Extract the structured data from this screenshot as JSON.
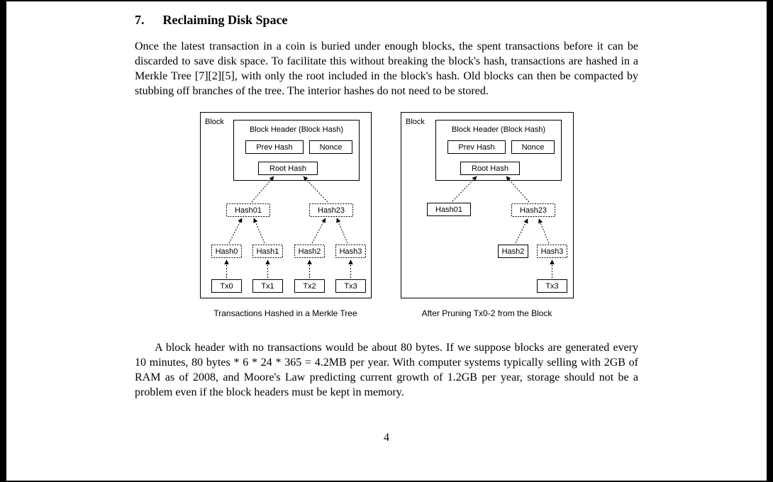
{
  "page": {
    "section_number": "7.",
    "section_title": "Reclaiming Disk Space",
    "paragraph1": "Once the latest transaction in a coin is buried under enough blocks, the spent transactions before it can be discarded to save disk space.  To facilitate this without breaking the block's hash, transactions are hashed in a Merkle Tree [7][2][5], with only the root included in the block's hash.  Old blocks can then be compacted by stubbing off branches of the tree.  The interior hashes do not need to be stored.",
    "paragraph2": "A block header with no transactions would be about 80 bytes.  If we suppose blocks are generated every 10 minutes, 80 bytes * 6 * 24 * 365 = 4.2MB per year.  With computer systems typically selling with 2GB of RAM as of 2008, and Moore's Law predicting current growth of 1.2GB per year, storage should not be a problem even if the block headers must be kept in memory.",
    "page_number": "4"
  },
  "diagram_left": {
    "block_label": "Block",
    "header_title": "Block Header (Block Hash)",
    "prev_hash": "Prev Hash",
    "nonce": "Nonce",
    "root_hash": "Root Hash",
    "hash01": "Hash01",
    "hash23": "Hash23",
    "hash0": "Hash0",
    "hash1": "Hash1",
    "hash2": "Hash2",
    "hash3": "Hash3",
    "tx0": "Tx0",
    "tx1": "Tx1",
    "tx2": "Tx2",
    "tx3": "Tx3",
    "caption": "Transactions Hashed in a Merkle Tree"
  },
  "diagram_right": {
    "block_label": "Block",
    "header_title": "Block Header (Block Hash)",
    "prev_hash": "Prev Hash",
    "nonce": "Nonce",
    "root_hash": "Root Hash",
    "hash01": "Hash01",
    "hash23": "Hash23",
    "hash2": "Hash2",
    "hash3": "Hash3",
    "tx3": "Tx3",
    "caption": "After Pruning Tx0-2 from the Block"
  }
}
